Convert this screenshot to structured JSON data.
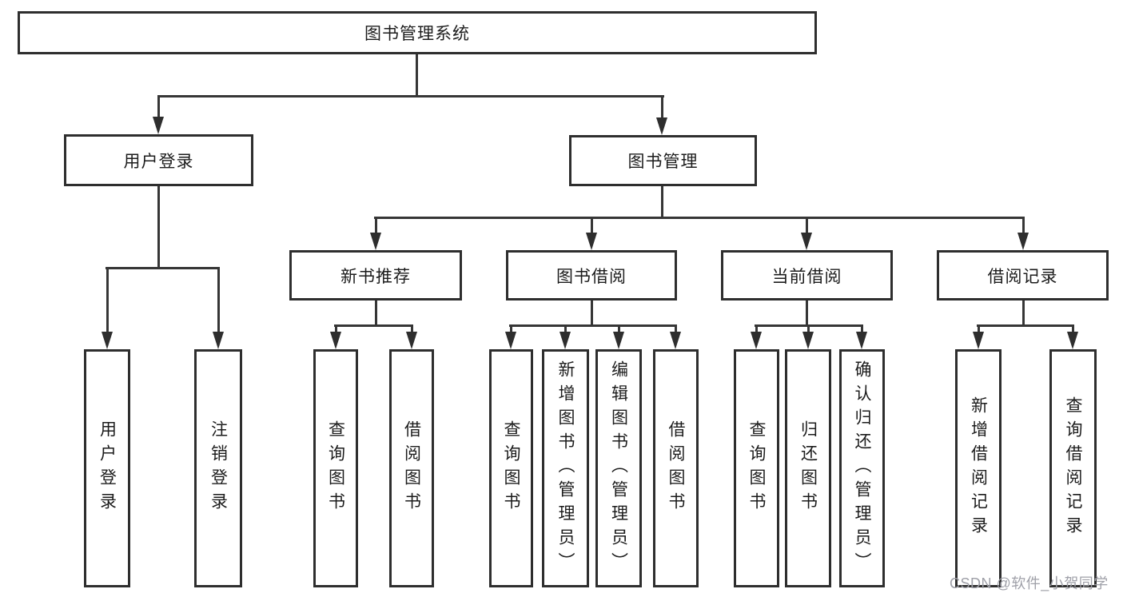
{
  "diagram": {
    "root": {
      "label": "图书管理系统"
    },
    "level2": [
      {
        "label": "用户登录"
      },
      {
        "label": "图书管理"
      }
    ],
    "level3": [
      {
        "label": "新书推荐"
      },
      {
        "label": "图书借阅"
      },
      {
        "label": "当前借阅"
      },
      {
        "label": "借阅记录"
      }
    ],
    "leaves": {
      "user_login": [
        "用户登录",
        "注销登录"
      ],
      "new_books": [
        "查询图书",
        "借阅图书"
      ],
      "book_borrow": [
        "查询图书",
        "新增图书（管理员）",
        "编辑图书（管理员）",
        "借阅图书"
      ],
      "current_borrow": [
        "查询图书",
        "归还图书",
        "确认归还（管理员）"
      ],
      "borrow_records": [
        "新增借阅记录",
        "查询借阅记录"
      ]
    }
  },
  "watermark": "CSDN @软件_小贺同学",
  "colors": {
    "background": "#ffffff",
    "box_border": "#2e2e2e",
    "line": "#363636",
    "text": "#1c1c1c",
    "watermark": "#9fa0a8"
  }
}
